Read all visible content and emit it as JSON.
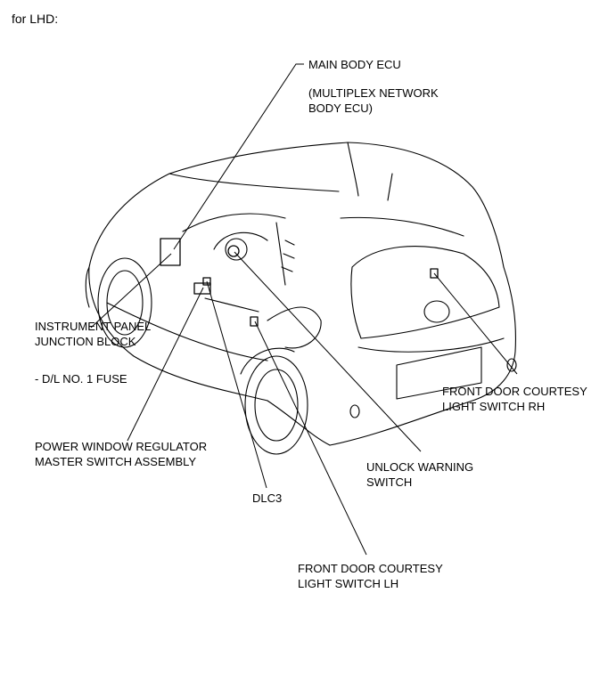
{
  "header": "for LHD:",
  "labels": {
    "main_body_ecu": "MAIN BODY ECU",
    "multiplex_line1": "(MULTIPLEX NETWORK",
    "multiplex_line2": "BODY ECU)",
    "ipjb_line1": "INSTRUMENT PANEL",
    "ipjb_line2": "JUNCTION BLOCK",
    "fuse": "- D/L NO. 1 FUSE",
    "pwr_line1": "POWER WINDOW REGULATOR",
    "pwr_line2": "MASTER SWITCH ASSEMBLY",
    "dlc3": "DLC3",
    "unlock_line1": "UNLOCK WARNING",
    "unlock_line2": "SWITCH",
    "fdcs_rh_line1": "FRONT DOOR COURTESY",
    "fdcs_rh_line2": "LIGHT SWITCH RH",
    "fdcs_lh_line1": "FRONT DOOR COURTESY",
    "fdcs_lh_line2": "LIGHT SWITCH LH"
  }
}
